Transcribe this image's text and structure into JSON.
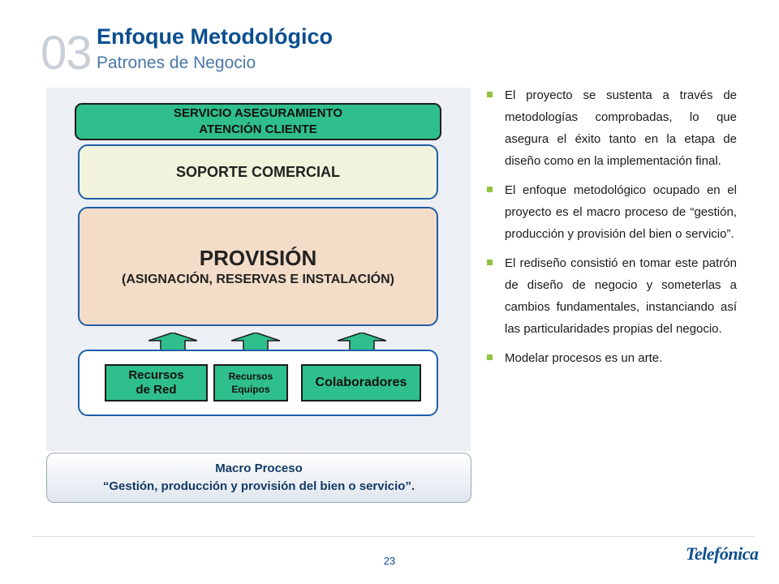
{
  "header": {
    "section_number": "03",
    "title": "Enfoque Metodológico",
    "subtitle": "Patrones de Negocio"
  },
  "diagram": {
    "top_box": {
      "line1": "SERVICIO ASEGURAMIENTO",
      "line2": "ATENCIÓN CLIENTE"
    },
    "soporte": "SOPORTE COMERCIAL",
    "provision": {
      "title": "PROVISIÓN",
      "subtitle": "(ASIGNACIÓN, RESERVAS E INSTALACIÓN)"
    },
    "resources": {
      "red": {
        "line1": "Recursos",
        "line2": "de Red"
      },
      "equipos": {
        "line1": "Recursos",
        "line2": "Equipos"
      },
      "colaboradores": "Colaboradores"
    },
    "colors": {
      "green": "#2fbf8c",
      "blue_border": "#1f5ea8",
      "soporte_fill": "#f1f3dc",
      "provision_fill": "#f3dcc8"
    }
  },
  "macro": {
    "line1": "Macro Proceso",
    "line2": "“Gestión, producción y provisión del bien o servicio”."
  },
  "bullets": [
    "El proyecto se sustenta a través de metodologías comprobadas, lo que asegura el éxito tanto en la etapa de diseño como en la implementación final.",
    "El enfoque metodológico ocupado en el proyecto es el macro proceso de “gestión, producción y provisión del bien o servicio”.",
    "El rediseño consistió en tomar este patrón de diseño de negocio y someterlas a cambios fundamentales, instanciando así las particularidades propias del negocio.",
    "Modelar procesos es un arte."
  ],
  "footer": {
    "page_number": "23",
    "logo_text": "Telefónica"
  }
}
